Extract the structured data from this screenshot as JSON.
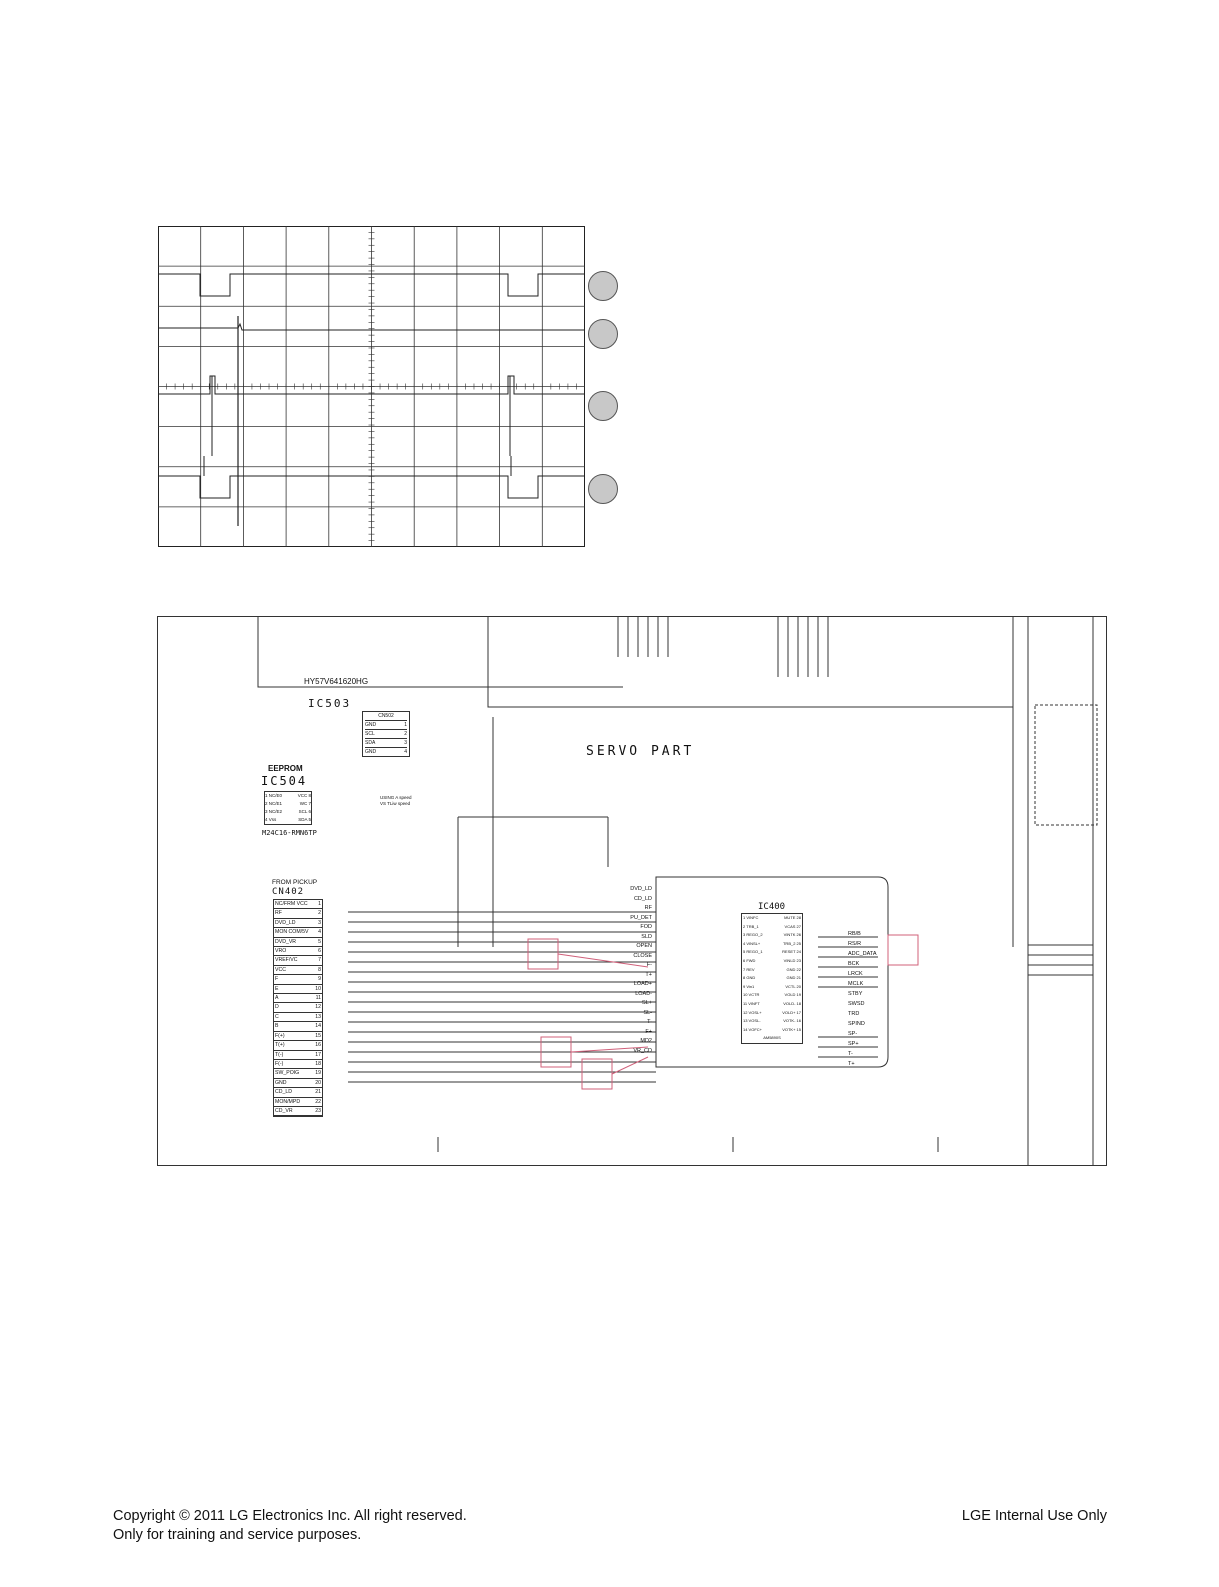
{
  "scope": {
    "markers": [
      "",
      "",
      "",
      ""
    ]
  },
  "schematic": {
    "title": "SERVO PART",
    "ic503": {
      "ref": "IC503",
      "part": "HY57V641620HG"
    },
    "eeprom": {
      "label": "EEPROM",
      "ref": "IC504",
      "part": "M24C16-RMN6TP",
      "pins_left": [
        "NC/E0",
        "NC/E1",
        "NC/E2",
        "Vss"
      ],
      "pins_right": [
        "VCC",
        "WC",
        "SCL",
        "SDA"
      ]
    },
    "cn502": {
      "ref": "CN502",
      "pins": [
        "GND",
        "SCL",
        "SDA",
        "GND"
      ]
    },
    "cn402": {
      "header": "FROM PICKUP",
      "ref": "CN402",
      "pins": [
        "NC/FRM VCC",
        "RF",
        "DVD_LD",
        "MON COM/5V",
        "DVD_VR",
        "VRO",
        "VREF/VC",
        "VCC",
        "F",
        "E",
        "A",
        "D",
        "C",
        "B",
        "F(+)",
        "T(+)",
        "T(-)",
        "F(-)",
        "SW_POIG",
        "GND",
        "CD_LD",
        "MON/MPD",
        "CD_VR"
      ]
    },
    "ic400": {
      "ref": "IC400",
      "part": "AM5890S",
      "pins_left": [
        "VINFC",
        "TRB_1",
        "REGO_2",
        "VINSL+",
        "REGO_1",
        "FWD",
        "REV",
        "GND",
        "Vin1",
        "VCTR",
        "VINFT",
        "VOSL+",
        "VOSL-",
        "VOFC+"
      ],
      "pins_right": [
        "MUTE",
        "VCAS",
        "VINTK",
        "TRB_2",
        "RESET",
        "VINLD",
        "GND",
        "GND",
        "VCTL",
        "VOLD",
        "VOLD-",
        "VOLD+",
        "VOTK-",
        "VOTK+"
      ]
    },
    "signals_left": [
      "DVD_LD",
      "CD_LD",
      "RF",
      "PU_DET",
      "FOD",
      "SLD",
      "OPEN",
      "CLOSE",
      "F-",
      "T+",
      "LOAD+",
      "LOAD-",
      "SL+",
      "SL-",
      "T-",
      "F+",
      "MD2",
      "VR_CD"
    ],
    "signals_right": [
      "RB/B",
      "RS/R",
      "ADC_DATA",
      "BCK",
      "LRCK",
      "MCLK",
      "STBY",
      "SWSD",
      "TRD",
      "SPIND",
      "SP-",
      "SP+",
      "T-",
      "T+"
    ],
    "notes": [
      "USING A speed",
      "VS TLiw speed"
    ]
  },
  "footer": {
    "copyright_line1": "Copyright © 2011 LG Electronics Inc. All right reserved.",
    "copyright_line2": "Only for training and service purposes.",
    "internal": "LGE Internal Use Only"
  }
}
